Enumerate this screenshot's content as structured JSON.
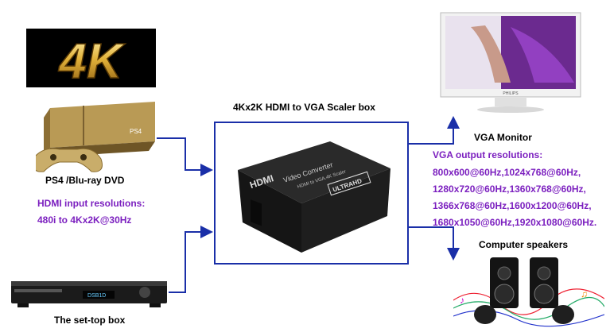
{
  "badge": {
    "text": "4K"
  },
  "sources": {
    "ps4_label": "PS4 /Blu-ray DVD",
    "console_brand": "PS4",
    "settop_label": "The set-top box",
    "player_display": "DSB1D"
  },
  "hdmi_input": {
    "title": "HDMI input resolutions:",
    "value": "480i to 4Kx2K@30Hz"
  },
  "scaler": {
    "title": "4Kx2K HDMI to VGA Scaler box",
    "device_logo": "HDMI",
    "device_name": "Video Converter",
    "device_subtitle": "HDMI to VGA.4K Scaler",
    "device_badge": "ULTRAHD"
  },
  "monitor": {
    "label": "VGA Monitor",
    "brand": "PHILIPS"
  },
  "vga_output": {
    "title": "VGA output resolutions:",
    "lines": [
      "800x600@60Hz,1024x768@60Hz,",
      "1280x720@60Hz,1360x768@60Hz,",
      "1366x768@60Hz,1600x1200@60Hz,",
      "1680x1050@60Hz,1920x1080@60Hz."
    ]
  },
  "speakers": {
    "label": "Computer speakers"
  },
  "colors": {
    "connector": "#1a2fa8",
    "accent_text": "#7b1fbf",
    "badge_gold": "#d4a017"
  }
}
